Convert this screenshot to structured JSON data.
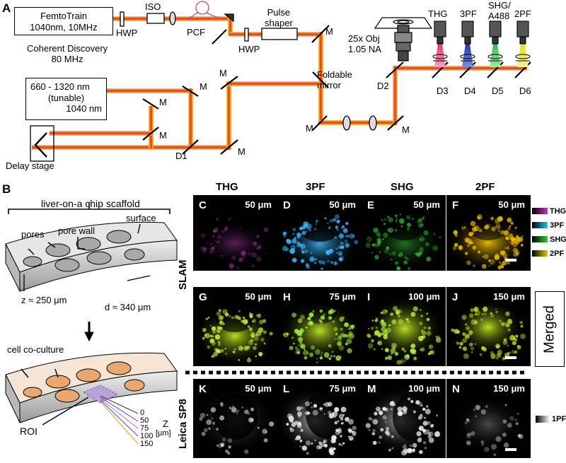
{
  "panel_a": {
    "letter": "A",
    "femtotrain": {
      "line1": "FemtoTrain",
      "line2": "1040nm, 10MHz"
    },
    "iso": "ISO",
    "hwp1": "HWP",
    "pcf": "PCF",
    "pulse_shaper": {
      "line1": "Pulse",
      "line2": "shaper"
    },
    "hwp2": "HWP",
    "coherent": {
      "line1": "Coherent Discovery",
      "line2": "80 MHz"
    },
    "laser_box": {
      "line1": "660 - 1320 nm",
      "line2": "(tunable)",
      "line3": "1040 nm"
    },
    "delay_stage": "Delay stage",
    "mirror": "M",
    "d1": "D1",
    "foldable": {
      "line1": "Foldable",
      "line2": "mirror"
    },
    "objective": {
      "line1": "25x Obj",
      "line2": "1.05 NA"
    },
    "d2": "D2",
    "detectors": [
      "THG",
      "3PF",
      "SHG/",
      "2PF"
    ],
    "shg_sub": "A488",
    "dichroics": [
      "D3",
      "D4",
      "D5",
      "D6"
    ]
  },
  "panel_b": {
    "letter": "B",
    "title": "liver-on-a chip scaffold",
    "pore_wall": "pore wall",
    "pores": "pores",
    "surface": "surface",
    "z": "z ≈ 250 μm",
    "d": "d ≈ 340 μm",
    "coculture": "cell co-culture",
    "roi": "ROI",
    "depths": [
      "0",
      "50",
      "75",
      "100",
      "150"
    ],
    "z_unit_1": "Z",
    "z_unit_2": "[μm]"
  },
  "grid": {
    "col_headers": [
      "THG",
      "3PF",
      "SHG",
      "2PF"
    ],
    "row_slam": "SLAM",
    "row_leica": "Leica SP8",
    "merged": "Merged",
    "row1": [
      {
        "letter": "C",
        "depth": "50 μm"
      },
      {
        "letter": "D",
        "depth": "50 μm"
      },
      {
        "letter": "E",
        "depth": "50 μm"
      },
      {
        "letter": "F",
        "depth": "50 μm"
      }
    ],
    "row2": [
      {
        "letter": "G",
        "depth": "50 μm"
      },
      {
        "letter": "H",
        "depth": "75 μm"
      },
      {
        "letter": "I",
        "depth": "100 μm"
      },
      {
        "letter": "J",
        "depth": "150 μm"
      }
    ],
    "row3": [
      {
        "letter": "K",
        "depth": "50 μm"
      },
      {
        "letter": "L",
        "depth": "75 μm"
      },
      {
        "letter": "M",
        "depth": "100 μm"
      },
      {
        "letter": "N",
        "depth": "150 μm"
      }
    ],
    "legend": [
      {
        "label": "THG",
        "color": "#c833c8"
      },
      {
        "label": "3PF",
        "color": "#33bbee"
      },
      {
        "label": "SHG",
        "color": "#33cc33"
      },
      {
        "label": "2PF",
        "color": "#ddcc00"
      }
    ],
    "legend_1pf": "1PF"
  }
}
